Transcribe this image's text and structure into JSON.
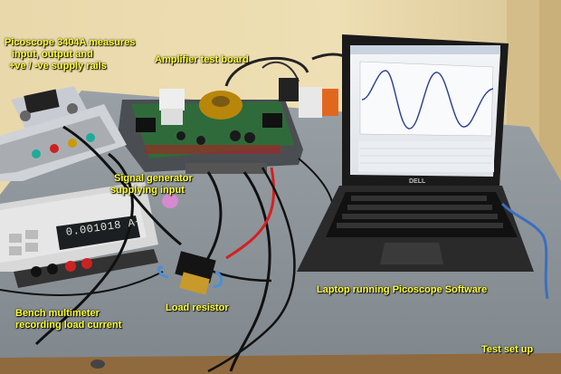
{
  "captions": {
    "picoscope": {
      "lines": [
        "Picoscope 3404A measures",
        "input, output and",
        "+ve / -ve supply rails"
      ]
    },
    "amplifier": {
      "text": "Amplifier test board"
    },
    "siggen": {
      "lines": [
        "Signal generator",
        "supplying input"
      ]
    },
    "laptop": {
      "text": "Laptop running Picoscope Software"
    },
    "multimeter": {
      "lines": [
        "Bench multimeter",
        "recording load current"
      ]
    },
    "resistor": {
      "text": "Load resistor"
    },
    "testsetup": {
      "text": "Test set up"
    }
  },
  "multimeter_display": {
    "reading": "0.001018 A~"
  },
  "laptop_brand": {
    "text": "DELL"
  },
  "colors": {
    "caption": "#ffff33",
    "wall": "#e7d6a6",
    "desk": "#8d949a",
    "scope_trace": "#2c3e8f"
  }
}
